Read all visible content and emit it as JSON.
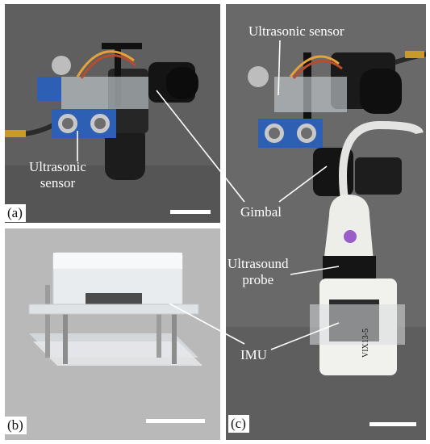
{
  "panels": {
    "a": {
      "label": "(a)"
    },
    "b": {
      "label": "(b)"
    },
    "c": {
      "label": "(c)"
    }
  },
  "callouts": {
    "ultrasonic_sensor_a": [
      "Ultrasonic",
      "sensor"
    ],
    "ultrasonic_sensor_c": "Ultrasonic sensor",
    "gimbal": "Gimbal",
    "ultrasound_probe": [
      "Ultrasound",
      "probe"
    ],
    "imu": "IMU"
  },
  "probe_marking": "VIX13-5",
  "colors": {
    "background_a": "#5f5f5f",
    "background_b": "#b9b9b9",
    "background_c": "#696969",
    "sensor_blue": "#2d5fb4",
    "probe_white": "#ededea",
    "probe_button": "#9a5cc8",
    "leader_line": "#ffffff"
  }
}
